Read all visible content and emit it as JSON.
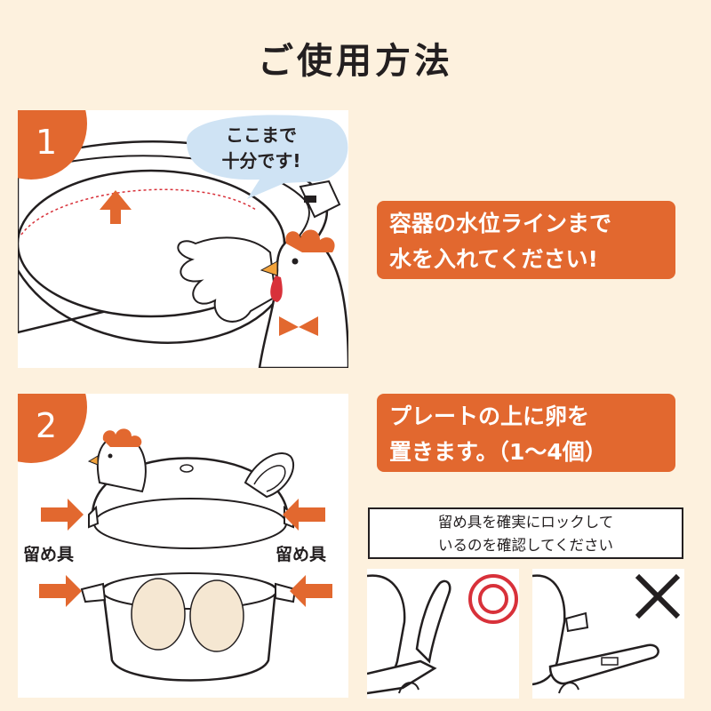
{
  "page": {
    "title": "ご使用方法"
  },
  "step1": {
    "number": "1",
    "bubble_line1": "ここまで",
    "bubble_line2": "十分です!",
    "instruction_line1": "容器の水位ラインまで",
    "instruction_line2": "水を入れてください!"
  },
  "step2": {
    "number": "2",
    "instruction_line1": "プレートの上に卵を",
    "instruction_line2": "置きます。（1〜4個）",
    "clip_label_left": "留め具",
    "clip_label_right": "留め具",
    "notice_line1": "留め具を確実にロックして",
    "notice_line2": "いるのを確認してください",
    "icons": {
      "ok": "double-circle-icon",
      "ng": "cross-icon"
    }
  },
  "colors": {
    "background": "#fdf1de",
    "accent": "#e2682f",
    "bubble": "#cfe3f4",
    "ok_mark": "#d8313a",
    "text": "#231f20"
  }
}
